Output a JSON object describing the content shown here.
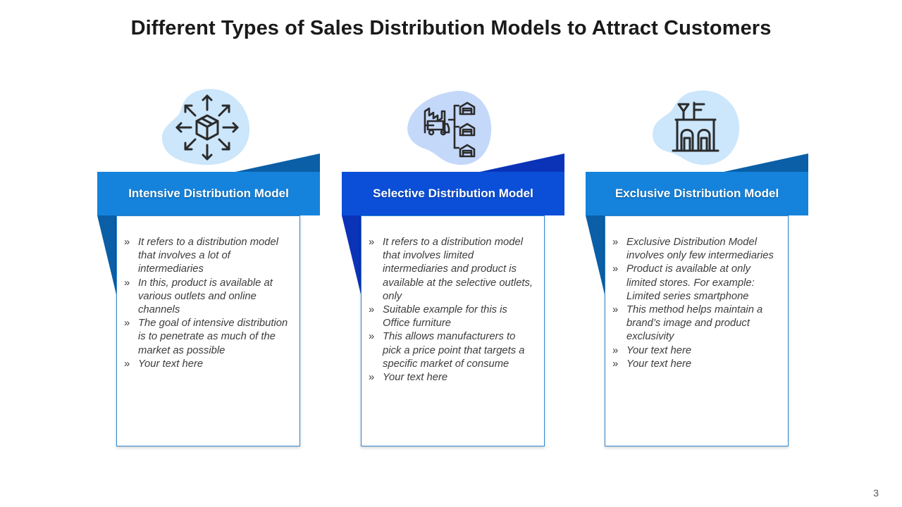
{
  "slide": {
    "title": "Different Types of Sales Distribution Models to Attract Customers",
    "page_number": "3"
  },
  "colors": {
    "blob": "#cce6fb",
    "blob_mid": "#c4d8fa",
    "header_blue": "#1583dc",
    "header_royal": "#0b4fd8",
    "deco_dark": "#0b5fa6",
    "deco_royal": "#0a33b8",
    "card_border": "#2f86d0"
  },
  "columns": [
    {
      "header": "Intensive Distribution Model",
      "icon": "box-distribution-arrows-icon",
      "bullets": [
        "It refers to a distribution model that involves a lot of intermediaries",
        "In this, product is available at various outlets and online channels",
        "The goal of intensive distribution is to penetrate as much of the market as possible",
        "Your text here"
      ]
    },
    {
      "header": "Selective Distribution Model",
      "icon": "factory-truck-warehouses-icon",
      "bullets": [
        "It refers to a distribution model that involves limited intermediaries and product is available at the selective outlets, only",
        "Suitable example for this is Office furniture",
        "This allows manufacturers to pick a price point that targets a specific market of consume",
        "Your text here"
      ]
    },
    {
      "header": "Exclusive Distribution Model",
      "icon": "exclusive-store-icon",
      "bullets": [
        "Exclusive Distribution Model involves only few intermediaries",
        "Product is available at only limited stores. For example: Limited series smartphone",
        "This method helps maintain a brand’s image and product exclusivity",
        "Your text here",
        "Your text here"
      ]
    }
  ]
}
